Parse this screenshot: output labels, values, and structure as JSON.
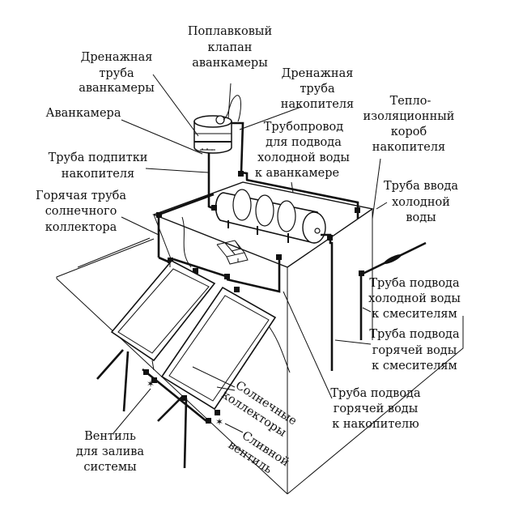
{
  "labels": {
    "float_valve": [
      "Поплавковый",
      "клапан",
      "аванкамеры"
    ],
    "prechamber_drain": [
      "Дренажная",
      "труба",
      "аванкамеры"
    ],
    "storage_drain": [
      "Дренажная",
      "труба",
      "накопителя"
    ],
    "prechamber": [
      "Аванкамера"
    ],
    "feed_pipeline": [
      "Трубопровод",
      "для подвода",
      "холодной воды",
      "к аванкамере"
    ],
    "insulation_box": [
      "Тепло-",
      "изоляционный",
      "короб",
      "накопителя"
    ],
    "makeup_pipe": [
      "Труба подпитки",
      "накопителя"
    ],
    "hot_collector_pipe": [
      "Горячая труба",
      "солнечного",
      "коллектора"
    ],
    "cold_inlet": [
      "Труба ввода",
      "холодной",
      "воды"
    ],
    "cold_to_mixers": [
      "Труба подвода",
      "холодной воды",
      "к смесителям"
    ],
    "hot_to_mixers": [
      "Труба подвода",
      "горячей воды",
      "к смесителям"
    ],
    "hot_to_storage": [
      "Труба подвода",
      "горячей воды",
      "к накопителю"
    ],
    "collectors": [
      "Солнечные",
      "коллекторы"
    ],
    "drain_valve": [
      "Сливной",
      "вентиль"
    ],
    "fill_valve": [
      "Вентиль",
      "для залива",
      "системы"
    ]
  }
}
